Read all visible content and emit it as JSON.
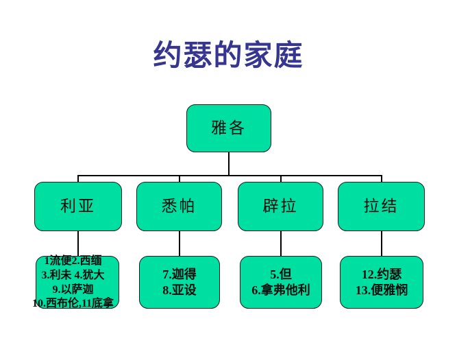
{
  "slide": {
    "title": "约瑟的家庭",
    "background_color": "#FFFFFF",
    "title_color": "#363690",
    "node_fill_color": "#00DFA2",
    "node_border_color": "#1A1A1A",
    "connector_color": "#000000"
  },
  "chart_data": {
    "type": "diagram",
    "title": "约瑟的家庭",
    "root": {
      "label": "雅各"
    },
    "branches": [
      {
        "mother": "利亚",
        "children": "1流便2.西缅\n3.利未 4.犹大\n9.以萨迦\n10.西布伦,11底拿"
      },
      {
        "mother": "悉帕",
        "children": "7.迦得\n8.亚设"
      },
      {
        "mother": "辟拉",
        "children": "5.但\n6.拿弗他利"
      },
      {
        "mother": "拉结",
        "children": "12.约瑟\n13.便雅悯"
      }
    ]
  },
  "nodes": {
    "root": "雅各",
    "wife_1": "利亚",
    "wife_2": "悉帕",
    "wife_3": "辟拉",
    "wife_4": "拉结",
    "children_1": "1流便2.西缅\n3.利未 4.犹大\n9.以萨迦\n10.西布伦,11底拿",
    "children_2": "7.迦得\n8.亚设",
    "children_3": "5.但\n6.拿弗他利",
    "children_4": "12.约瑟\n13.便雅悯"
  }
}
